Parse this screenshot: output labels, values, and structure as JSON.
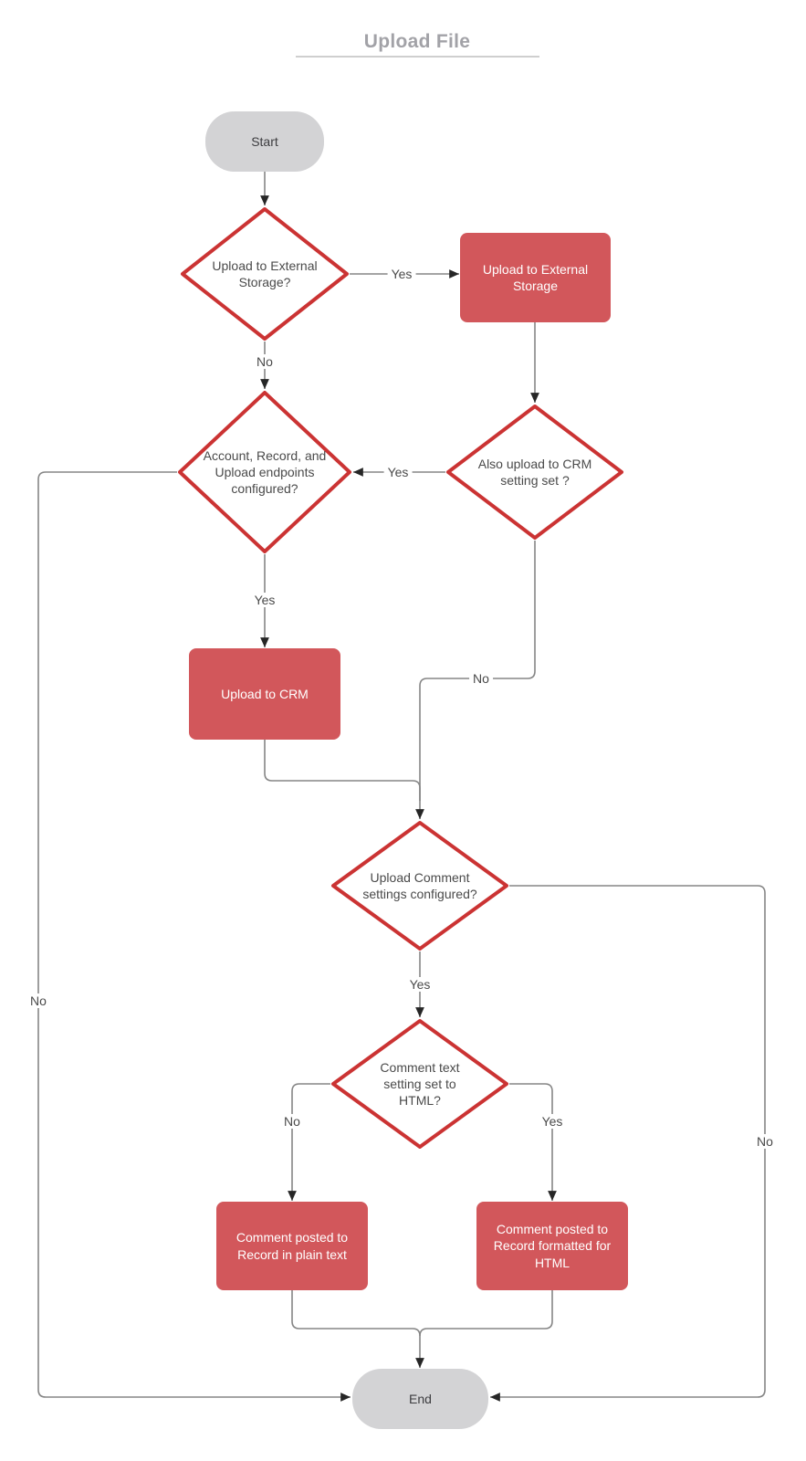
{
  "title": "Upload File",
  "colors": {
    "process_fill": "#d2575b",
    "process_text": "#ffffff",
    "decision_border": "#cb3333",
    "decision_fill": "#ffffff",
    "decision_text": "#4a4a4a",
    "terminal_fill": "#d3d3d5",
    "terminal_text": "#3d3d40",
    "edge_line": "#858585",
    "edge_arrow": "#262626",
    "title_text": "#a2a2a7"
  },
  "nodes": [
    {
      "id": "start",
      "shape": "terminal",
      "label": "Start"
    },
    {
      "id": "d_external",
      "shape": "decision",
      "label": "Upload to External Storage?"
    },
    {
      "id": "p_upload_external",
      "shape": "process",
      "label": "Upload to External Storage"
    },
    {
      "id": "d_endpoints",
      "shape": "decision",
      "label": "Account, Record, and Upload endpoints configured?"
    },
    {
      "id": "d_also_crm",
      "shape": "decision",
      "label": "Also upload to CRM setting set ?"
    },
    {
      "id": "p_upload_crm",
      "shape": "process",
      "label": "Upload to CRM"
    },
    {
      "id": "d_comment_settings",
      "shape": "decision",
      "label": "Upload Comment settings configured?"
    },
    {
      "id": "d_comment_html",
      "shape": "decision",
      "label": "Comment text setting set to HTML?"
    },
    {
      "id": "p_plain",
      "shape": "process",
      "label": "Comment posted to Record in plain text"
    },
    {
      "id": "p_html",
      "shape": "process",
      "label": "Comment posted to Record formatted for HTML"
    },
    {
      "id": "end",
      "shape": "terminal",
      "label": "End"
    }
  ],
  "edges": [
    {
      "id": "start_to_external",
      "from": "start",
      "to": "d_external",
      "label": ""
    },
    {
      "id": "external_yes",
      "from": "d_external",
      "to": "p_upload_external",
      "label": "Yes"
    },
    {
      "id": "external_no",
      "from": "d_external",
      "to": "d_endpoints",
      "label": "No"
    },
    {
      "id": "upload_external_to_also",
      "from": "p_upload_external",
      "to": "d_also_crm",
      "label": ""
    },
    {
      "id": "also_yes",
      "from": "d_also_crm",
      "to": "d_endpoints",
      "label": "Yes"
    },
    {
      "id": "also_no",
      "from": "d_also_crm",
      "to": "d_comment_settings",
      "label": "No"
    },
    {
      "id": "endpoints_yes",
      "from": "d_endpoints",
      "to": "p_upload_crm",
      "label": "Yes"
    },
    {
      "id": "endpoints_no",
      "from": "d_endpoints",
      "to": "end",
      "label": "No"
    },
    {
      "id": "upload_crm_to_comment",
      "from": "p_upload_crm",
      "to": "d_comment_settings",
      "label": ""
    },
    {
      "id": "comment_settings_yes",
      "from": "d_comment_settings",
      "to": "d_comment_html",
      "label": "Yes"
    },
    {
      "id": "comment_settings_no",
      "from": "d_comment_settings",
      "to": "end",
      "label": "No"
    },
    {
      "id": "html_no",
      "from": "d_comment_html",
      "to": "p_plain",
      "label": "No"
    },
    {
      "id": "html_yes",
      "from": "d_comment_html",
      "to": "p_html",
      "label": "Yes"
    },
    {
      "id": "plain_to_end",
      "from": "p_plain",
      "to": "end",
      "label": ""
    },
    {
      "id": "html_to_end",
      "from": "p_html",
      "to": "end",
      "label": ""
    }
  ]
}
